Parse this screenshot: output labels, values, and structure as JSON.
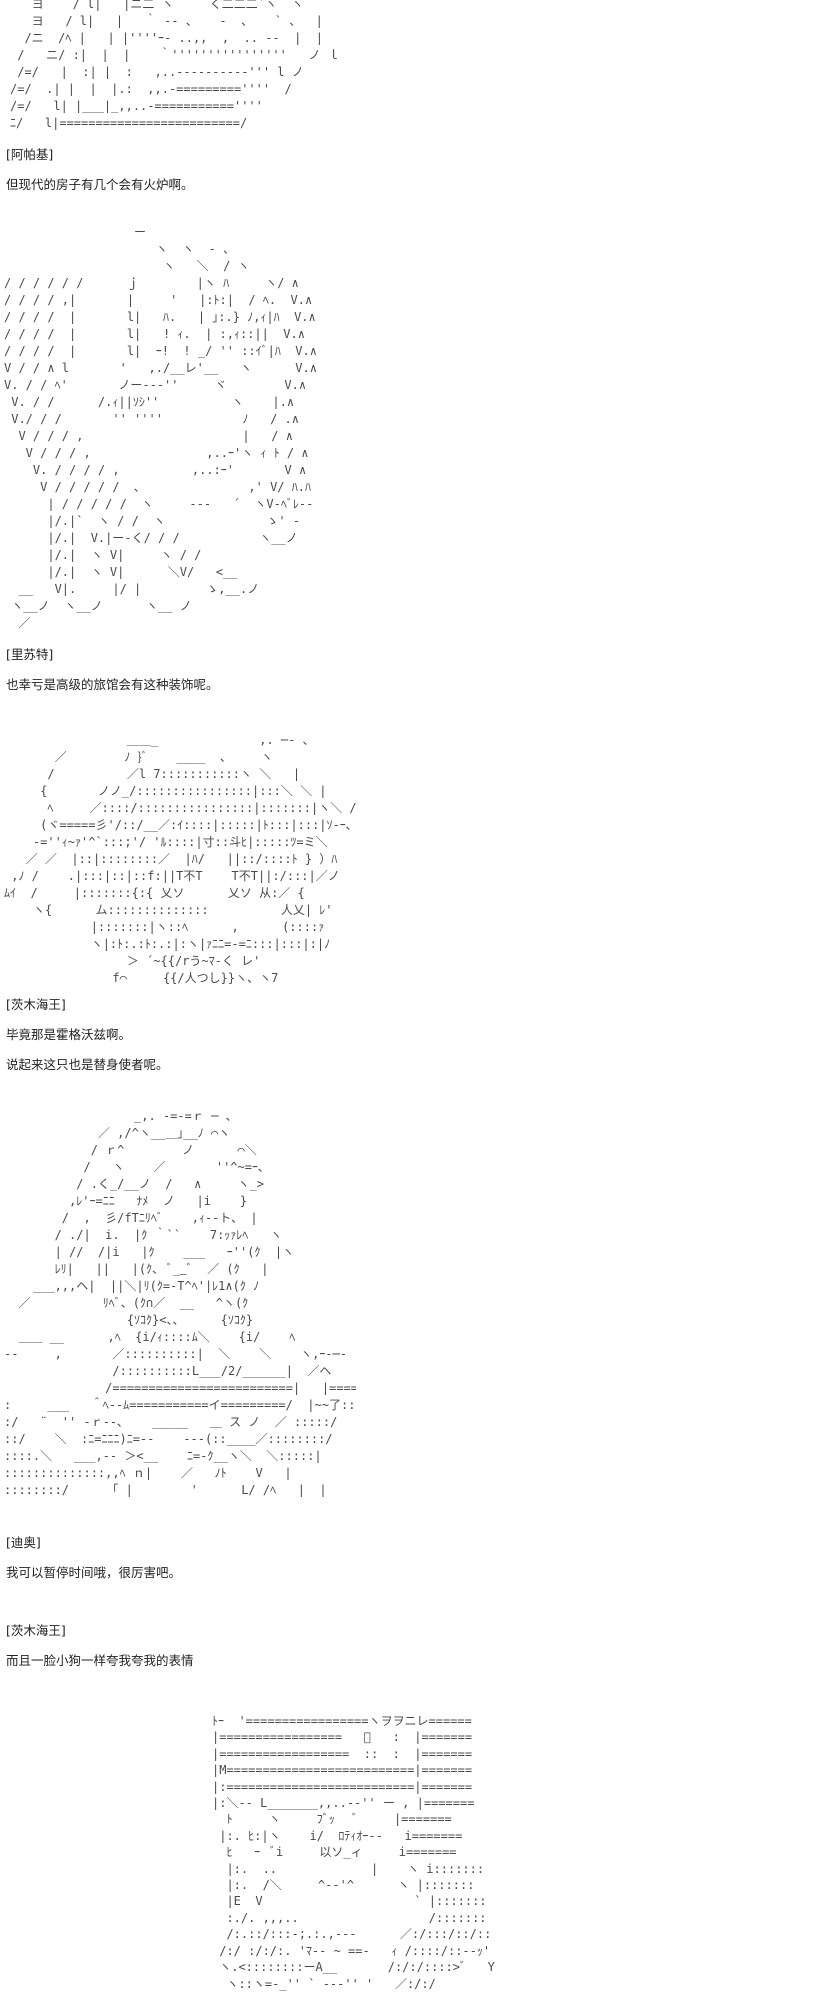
{
  "aa": {
    "block_1": "   ヨ    / l|   |ニ二 ヽ     く二二二`ヽ  ヽ\n   ヨ   / l|   |   ｀ ‐- 、   ‐  、   ` 、  |\n  /ニ  /ﾍ |   | |''''ｰ- ..,,  ,  .. ‐-  |  |\n /   ニ/ :|  |  |    ｀''''''''''''''''   ノ ｌ\n /=/   |  :| |  :   ,..-‐‐‐‐‐‐‐‐‐''' l ノ\n/=/  .| |  |  |.:  ,,.-=========''''  /\n/=/   l| |___|_,,..-===========''''\nﾆ/   l|=========================/",
    "block_2": "                  ー\n                     ヽ  ヽ  ‐ 、\n                      ヽ   ＼  / ヽ\n/ / / / / /      ｊ        |ヽ ﾊ     ヽ/ ∧\n/ / / / ,|       |     '   |:ﾄ:|  / ﾍ.  V.∧\n/ / / /  |       l|   ﾊ.   | ｣:.} ﾉ,ｨ|ﾊ  V.∧\n/ / / /  |       l|   ! ｨ.  | :,ｨ::||  V.∧\n/ / / /  |       l|  ｰ!  ! _/ '' ::ｲﾞ|ﾊ  V.∧\nV / / ∧ l       '   ,./__レ'__   ヽ      V.∧\nV. / / ﾍ'       ノー--‐''     ヾ        V.∧\n V. / /      /.ｨ||ｿｼ''          ヽ    |.∧\n V./ / /       '' ''''           ﾉ   / .∧\n  V / / / ,                      |   / ∧\n   V / / / ,                ,..ｰ'ヽ ｨ ﾄ / ∧\n    V. / / / / ,          ,..:ｰ'       V ∧\n     V / / / / /  ､               ,' V/ ﾊ.ﾊ\n      | / / / / /  ヽ     ‐‐‐   ´  ヽV-ﾍﾞﾚ-‐\n      |/.|`  ヽ / /  ヽ              ゝ' ‐\n      |/.|  V.|ー-く/ / /           ヽ__ノ\n      |/.|  ヽ V|     ヽ / /\n      |/.|  ヽ V|      ＼V/   <__\n  __   V|.     |/ |         ゝ,__.ノ\n ヽ__ノ  ヽ__ノ      ヽ__ ノ\n  ／",
    "block_3": "                 ＿＿_              ,. ─- 、\n       ／        ﾉ }ﾞ    ____  、    ヽ\n      /          ／l 7:::::::::::ヽ ＼   |\n     {       ノノ_/::::::::::::::::|:::＼ ＼ |\n      ﾍ     ／::::/::::::::::::::::|:::::::|ヽ＼ /\n     (ヾ=====彡'/::/__／:ｲ::::|:::::|ﾄ:::|:::|ｿ-ｰ､\n    -=''ｨ~ｧ'^`:::;'/ 'ﾙ::::|寸::斗ﾋ|:::::ﾂ=ミ＼\n   ／ ／  |::|::::::::／  |ﾊ/   ||::/::::ﾄ } ）ﾊ\n ,ﾉ /    .|:::|::|::f:||T不T    T不T||:/:::|／ノ\nﾑｲ  /     |:::::::{:{ 乂ソ      乂ソ 从:／ {\n    ヽ{      ム::::::::::::::          人乂| ﾚ'\n            |:::::::|ヽ::ﾍ      ,      (::::ｧ\n            ヽ|:ﾄ:.:ﾄ:.:|:ヽ|ｧﾆﾆ=-=ﾆ:::|:::|:|ﾉ\n                 ＞ ´~{{/rう~ﾏ-く レ'\n               f⌒     {{/人つし}}ヽ、ヽ7",
    "block_4": "                  _,. -=-=ｒ ─ 、\n             ／ ,/^ヽ__＿｣__ﾉ ⌒ヽ\n            / ｒ^        ノ      ⌒＼\n           /   ヽ    ／       ''^~=ｰ､\n          / .く_/__ノ  /   ∧     ヽ_>\n         ,ﾚ'ｰ=ﾆﾆ   ﾅﾒ  ノ   |i    }\n        /  ,  彡/fTﾆﾘﾍﾞ    ,ｨ--ト、 |\n       / ./|  i.  |ｸ ｀``    7:ｯｧﾚﾍ   ヽ\n       | //  /|i   |ｸ    ___   ｰ''(ｸ  |ヽ\n       ﾚﾘ|   ||   |(ｸ、 ﾞ__ﾞ  ／ (ｸ   |\n    ___,,,ヘ|  ||＼|ﾘ(ｸ=-T^ﾍ'|ﾚ1∧(ｸ ﾉ\n  ／          ﾘﾍﾞ、(ｸ∩／  __   ^ヽ(ｸ\n                 {ｿｺｸ}<、、     {ｿｺｸ}\n  ＿＿ __      ,ﾍ  {i/ｨ::::ﾑ＼    {i/    ﾍ\n--     ,       ／::::::::::|  ＼    ＼    ヽ,ｰ-─-\n               /::::::::::L___/2/______|  ／ヘ      ）\n              /=========================|   |=======/\n:     ___   ＾ﾍ--ﾑ===========イ=========/  |~~了::::/\n:/   ¨  '' -ｒ--､    _____   ＿ ス ノ  ／ :::::/\n::/    ＼  :ﾆ=ﾆﾆﾆ)ﾆ=--    ---(::____／::::::::/\n::::.＼   ___,-- ＞<__    ﾆ=-ｸ__ヽ＼  ＼:::::|\n::::::::::::::,,ﾍ ｎ|    ／   ﾉﾄ    V   |\n::::::::/      ｢ |        '      L/ /ﾍ   |  |",
    "block_5": "ﾄｰ  '=================ヽヲヲニレ======\n|=================   ﾞ   :  |=======\n|==================  ::  :  |=======\n|M==========================|=======\n|:==========================|=======\n|:＼-- L_______,,..--'' ー , |=======\n  ﾄ     ヽ     ﾌﾞｯ   ﾞ     |=======\n |:. ﾋ:|ヽ    i/  ﾛﾃｨｵｰ-‐   i=======\n  ﾋ   ｰ  ﾞi     以ソ_ィ     i=======\n  |:.  ..             |    ヽ i:::::::\n  |:.  /＼     ^‐‐'^      ヽ |:::::::\n  |E  V                     ` |:::::::\n  :./. ,,,..                  /:::::::\n  /:.::/:::-;.:.,-‐-      ／:/:::/::/::\n /:/ :/:/:. 'ﾏ-- ~ ==-   ｨ /::::/::--ｯ'\n ヽ.<::::::::ーA__       /:/:/::::>ﾞ   Y\n  ヽ::ヽ=-_'' ` ‐‐‐'' '   ／:/:/"
  },
  "dialogue": [
    {
      "speaker": "[阿帕基]",
      "lines": [
        "但现代的房子有几个会有火炉啊。"
      ]
    },
    {
      "speaker": "[里苏特]",
      "lines": [
        "也幸亏是高级的旅馆会有这种装饰呢。"
      ]
    },
    {
      "speaker": "[茨木海王]",
      "lines": [
        "毕竟那是霍格沃兹啊。",
        "说起来这只也是替身使者呢。"
      ]
    },
    {
      "speaker": "[迪奥]",
      "lines": [
        "我可以暂停时间哦，很厉害吧。"
      ]
    },
    {
      "speaker": "[茨木海王]",
      "lines": [
        "而且一脸小狗一样夸我夸我的表情"
      ]
    }
  ]
}
